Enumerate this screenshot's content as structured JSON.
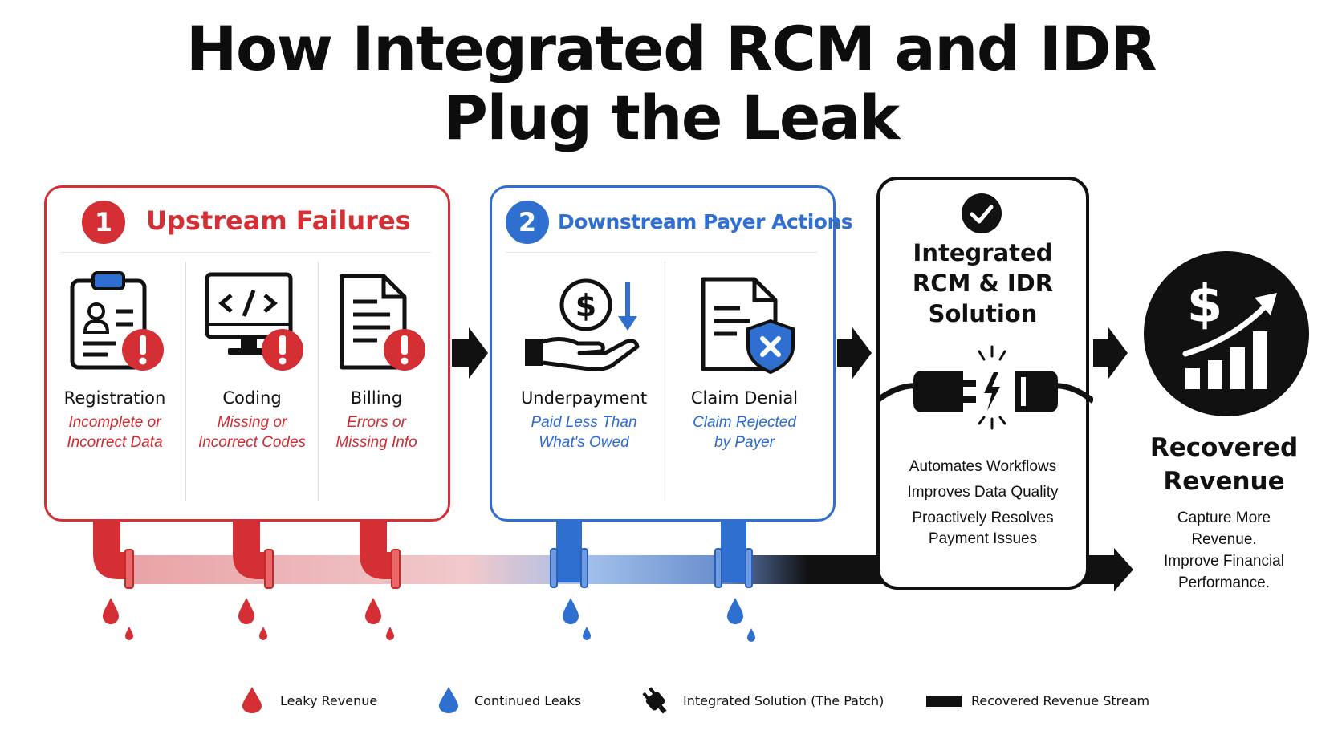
{
  "title": {
    "line1": "How Integrated RCM and IDR",
    "line2": "Plug the Leak"
  },
  "upstream": {
    "number": "1",
    "heading": "Upstream Failures",
    "items": [
      {
        "label": "Registration",
        "detail1": "Incomplete or",
        "detail2": "Incorrect Data",
        "icon": "clipboard-user-icon"
      },
      {
        "label": "Coding",
        "detail1": "Missing or",
        "detail2": "Incorrect Codes",
        "icon": "monitor-code-icon"
      },
      {
        "label": "Billing",
        "detail1": "Errors or",
        "detail2": "Missing Info",
        "icon": "document-icon"
      }
    ]
  },
  "downstream": {
    "number": "2",
    "heading": "Downstream Payer Actions",
    "items": [
      {
        "label": "Underpayment",
        "detail1": "Paid Less Than",
        "detail2": "What's Owed",
        "icon": "hand-coin-icon"
      },
      {
        "label": "Claim Denial",
        "detail1": "Claim Rejected",
        "detail2": "by Payer",
        "icon": "document-shield-icon"
      }
    ]
  },
  "solution": {
    "title1": "Integrated",
    "title2": "RCM & IDR",
    "title3": "Solution",
    "benefits": [
      "Automates Workflows",
      "Improves Data Quality",
      "Proactively Resolves",
      "Payment Issues"
    ]
  },
  "recovered": {
    "title1": "Recovered",
    "title2": "Revenue",
    "line1": "Capture More",
    "line2": "Revenue.",
    "line3": "Improve Financial",
    "line4": "Performance."
  },
  "legend": [
    {
      "label": "Leaky Revenue",
      "icon": "red-drop-icon"
    },
    {
      "label": "Continued Leaks",
      "icon": "blue-drop-icon"
    },
    {
      "label": "Integrated Solution (The Patch)",
      "icon": "plug-icon"
    },
    {
      "label": "Recovered Revenue Stream",
      "icon": "black-bar-icon"
    }
  ],
  "colors": {
    "red": "#d32f35",
    "blue": "#2f6fcf",
    "black": "#111111"
  }
}
